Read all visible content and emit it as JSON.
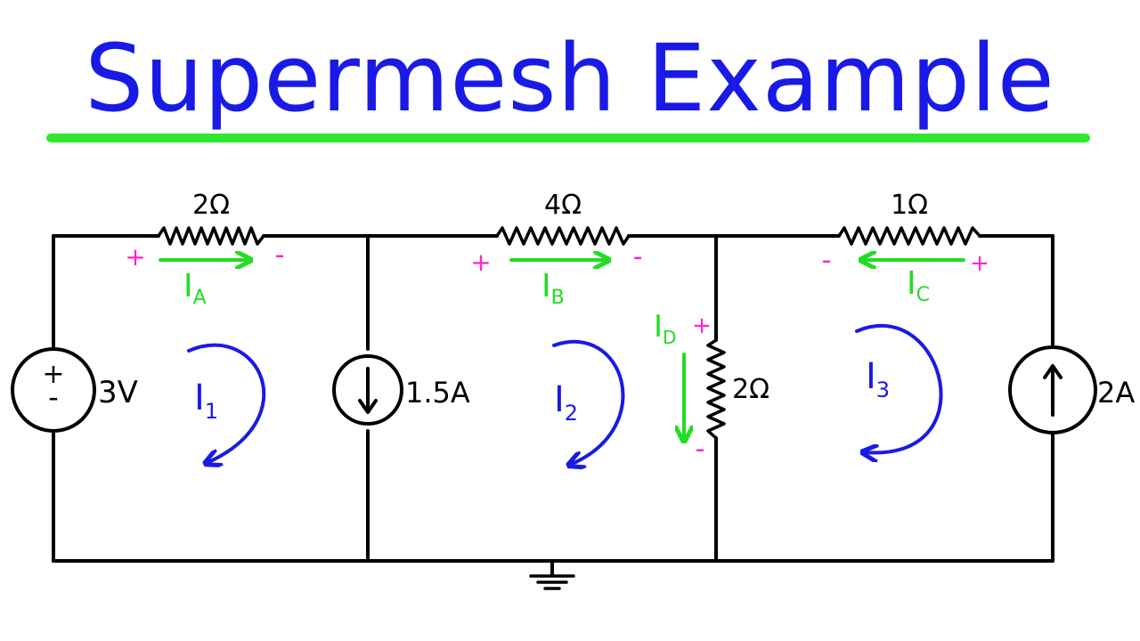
{
  "title": "Supermesh Example",
  "colors": {
    "title": "#1a1ae6",
    "underline": "#2ee82e",
    "wire": "#000000",
    "branch_current": "#22dd22",
    "mesh_current": "#1a1ae6",
    "polarity": "#ff22cc"
  },
  "components": {
    "source_3v": {
      "value": "3V",
      "sign_plus": "+",
      "sign_minus": "-"
    },
    "source_1_5a": {
      "value": "1.5A"
    },
    "source_2a": {
      "value": "2A"
    },
    "res_a": {
      "value": "2Ω"
    },
    "res_b": {
      "value": "4Ω"
    },
    "res_c": {
      "value": "1Ω"
    },
    "res_d": {
      "value": "2Ω"
    }
  },
  "branch_currents": {
    "a": {
      "base": "I",
      "sub": "A"
    },
    "b": {
      "base": "I",
      "sub": "B"
    },
    "c": {
      "base": "I",
      "sub": "C"
    },
    "d": {
      "base": "I",
      "sub": "D"
    }
  },
  "mesh_currents": {
    "m1": {
      "base": "I",
      "sub": "1"
    },
    "m2": {
      "base": "I",
      "sub": "2"
    },
    "m3": {
      "base": "I",
      "sub": "3"
    }
  },
  "polarity": {
    "plus": "+",
    "minus": "-"
  }
}
